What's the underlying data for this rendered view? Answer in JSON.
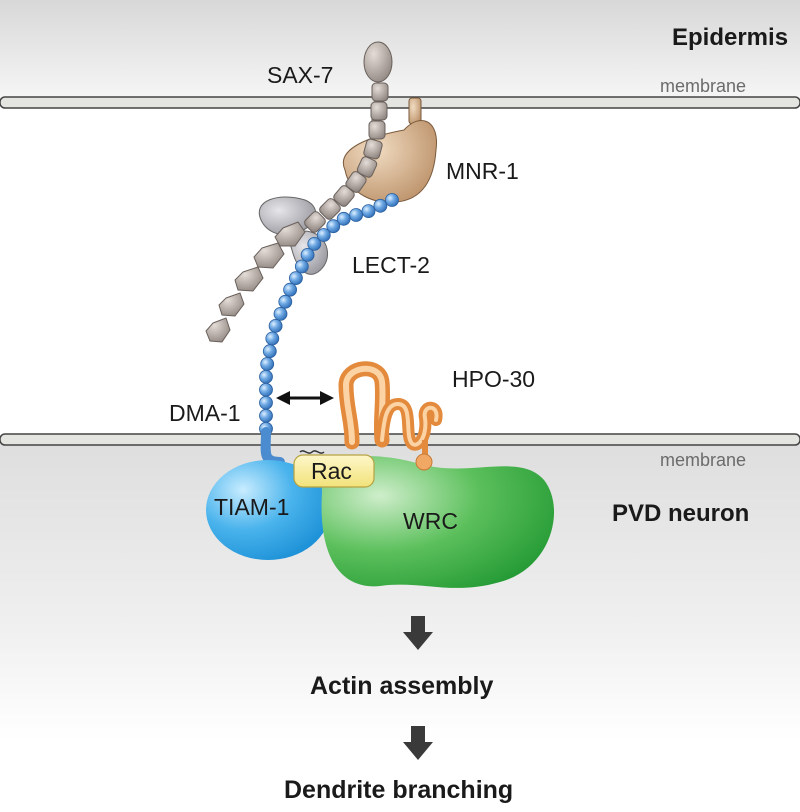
{
  "compartments": {
    "top_region": "Epidermis",
    "bottom_region": "PVD neuron",
    "membrane_top": "membrane",
    "membrane_bottom": "membrane"
  },
  "proteins": {
    "sax7": "SAX-7",
    "mnr1": "MNR-1",
    "lect2": "LECT-2",
    "dma1": "DMA-1",
    "hpo30": "HPO-30",
    "rac": "Rac",
    "tiam1": "TIAM-1",
    "wrc": "WRC"
  },
  "outcomes": {
    "step1": "Actin assembly",
    "step2": "Dendrite branching"
  },
  "colors": {
    "sax7": "#a39a95",
    "mnr1": "#c7a37e",
    "lect2": "#a8a8ad",
    "dma1": "#4b8cd1",
    "hpo30": "#f0a864",
    "rac": "#f7ec9a",
    "tiam1": "#3aa6e6",
    "wrc": "#3dab43"
  }
}
